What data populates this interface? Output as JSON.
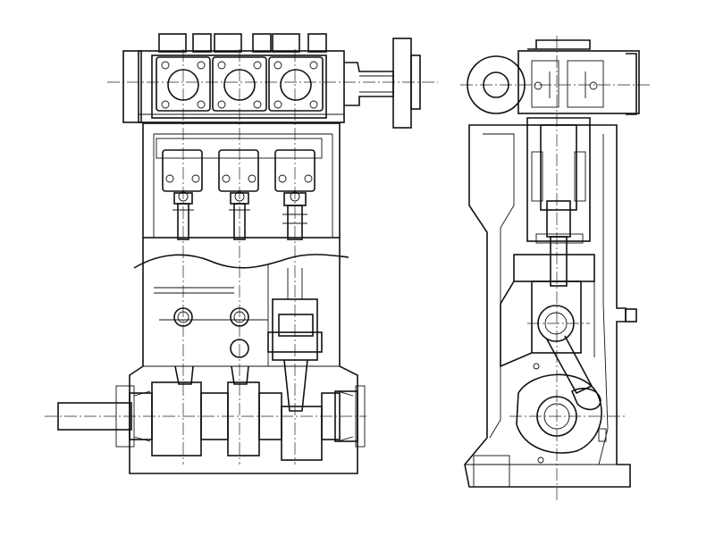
{
  "drawing": {
    "views": [
      {
        "id": "front-view",
        "type": "front sectional elevation"
      },
      {
        "id": "side-view",
        "type": "side sectional elevation"
      }
    ],
    "cylinders": 3,
    "line_color": "#111111",
    "background": "#ffffff"
  }
}
